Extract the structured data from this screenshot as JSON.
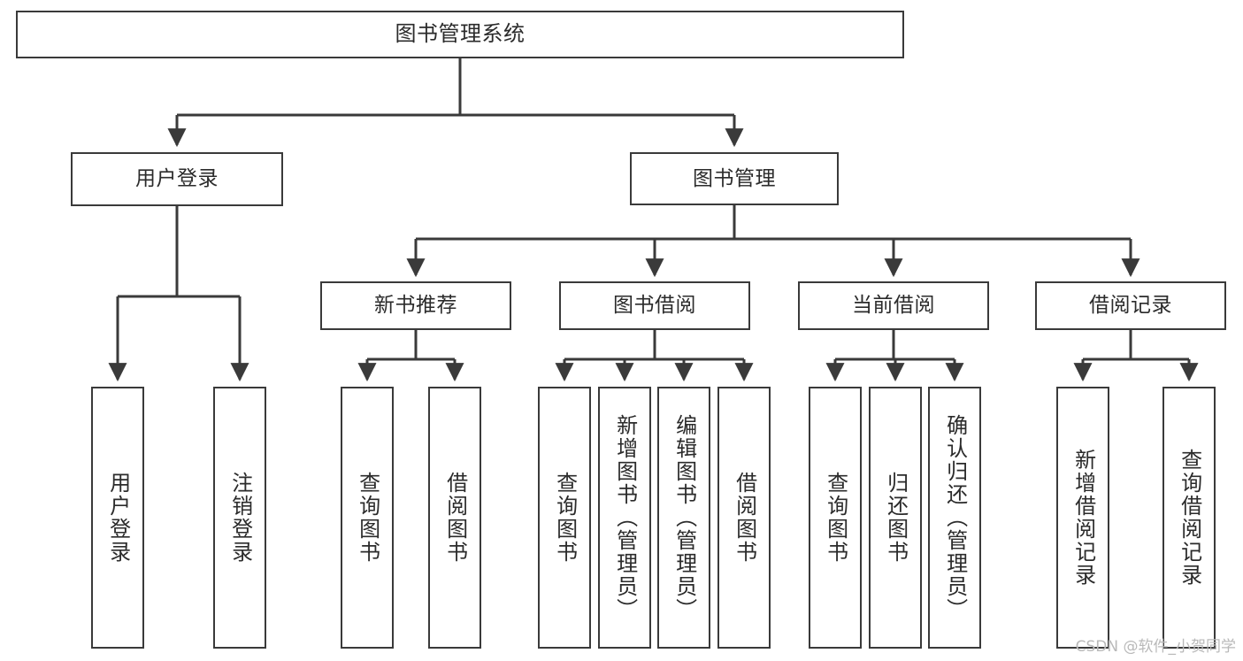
{
  "diagram": {
    "type": "tree",
    "title": "图书管理系统",
    "orientation": "top-down",
    "colors": {
      "box_border": "#3a3a3a",
      "box_fill": "#ffffff",
      "connector": "#3a3a3a",
      "text": "#2b2b2b",
      "watermark": "#b9b9b9",
      "background": "#ffffff"
    },
    "nodes": {
      "root": {
        "label": "图书管理系统"
      },
      "level1": [
        {
          "label": "用户登录"
        },
        {
          "label": "图书管理"
        }
      ],
      "level2": [
        {
          "label": "新书推荐"
        },
        {
          "label": "图书借阅"
        },
        {
          "label": "当前借阅"
        },
        {
          "label": "借阅记录"
        }
      ],
      "leaves": {
        "user_login": [
          {
            "label": "用户登录"
          },
          {
            "label": "注销登录"
          }
        ],
        "new_book_recommend": [
          {
            "label": "查询图书"
          },
          {
            "label": "借阅图书"
          }
        ],
        "book_borrow": [
          {
            "label": "查询图书"
          },
          {
            "label": "新增图书（管理员）"
          },
          {
            "label": "编辑图书（管理员）"
          },
          {
            "label": "借阅图书"
          }
        ],
        "current_borrow": [
          {
            "label": "查询图书"
          },
          {
            "label": "归还图书"
          },
          {
            "label": "确认归还（管理员）"
          }
        ],
        "borrow_record": [
          {
            "label": "新增借阅记录"
          },
          {
            "label": "查询借阅记录"
          }
        ]
      }
    }
  },
  "watermark": {
    "text": "CSDN @软件_小贺同学"
  }
}
